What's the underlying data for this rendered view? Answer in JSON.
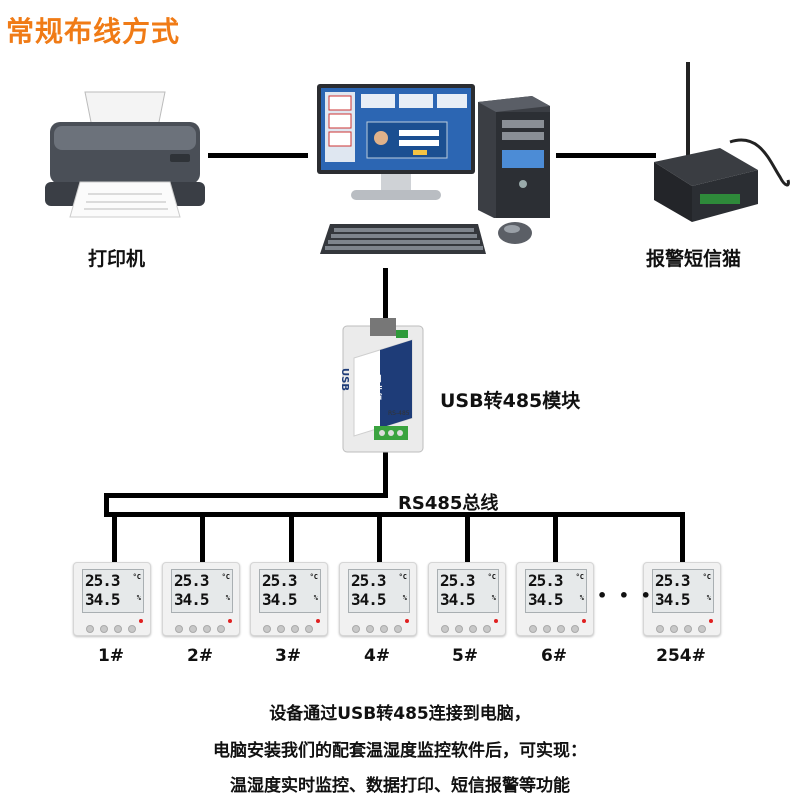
{
  "title": "常规布线方式",
  "labels": {
    "printer": "打印机",
    "sms_modem": "报警短信猫",
    "usb_module": "USB转485模块",
    "bus": "RS485总线"
  },
  "module_text": {
    "brand": "USB",
    "badge": "工业级",
    "port": "RS-485"
  },
  "sensor_display": {
    "temp": "25.3",
    "temp_unit": "°C",
    "hum": "34.5",
    "hum_unit": "%"
  },
  "sensors": [
    "1#",
    "2#",
    "3#",
    "4#",
    "5#",
    "6#",
    "254#"
  ],
  "ellipsis": "• • •",
  "description": [
    "设备通过USB转485连接到电脑，",
    "电脑安装我们的配套温湿度监控软件后，可实现：",
    "温湿度实时监控、数据打印、短信报警等功能"
  ],
  "colors": {
    "title": "#f07b16",
    "line": "#000000"
  }
}
